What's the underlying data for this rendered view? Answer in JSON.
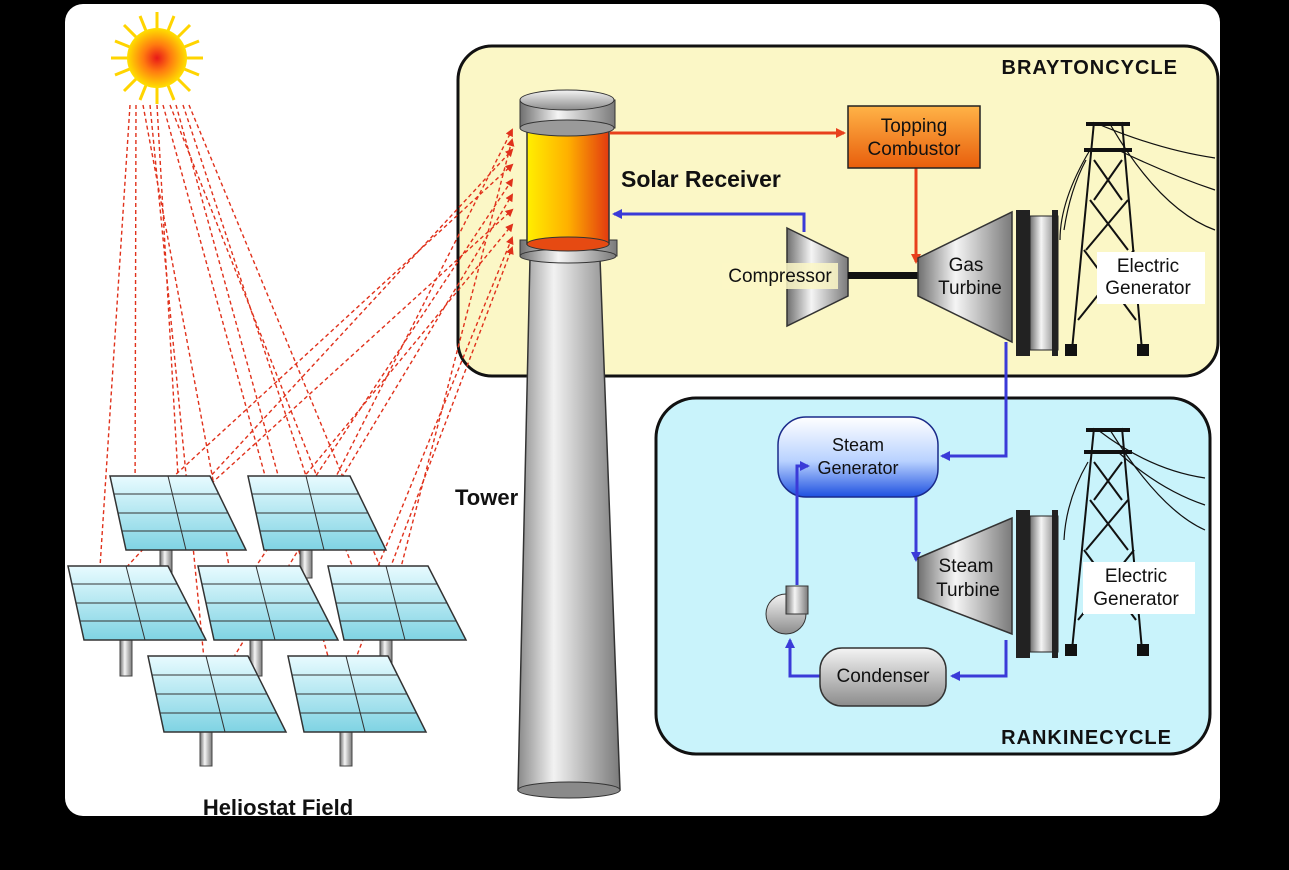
{
  "labels": {
    "brayton_title": "BRAYTONCYCLE",
    "rankine_title": "RANKINECYCLE",
    "solar_receiver": "Solar Receiver",
    "topping_combustor_l1": "Topping",
    "topping_combustor_l2": "Combustor",
    "compressor": "Compressor",
    "gas_turbine_l1": "Gas",
    "gas_turbine_l2": "Turbine",
    "electric_generator_l1": "Electric",
    "electric_generator_l2": "Generator",
    "steam_generator_l1": "Steam",
    "steam_generator_l2": "Generator",
    "steam_turbine_l1": "Steam",
    "steam_turbine_l2": "Turbine",
    "condenser": "Condenser",
    "tower": "Tower",
    "heliostat_field": "Heliostat Field"
  },
  "colors": {
    "background_frame": "#000000",
    "panel": "#ffffff",
    "brayton_fill": "#fbf7c6",
    "rankine_fill": "#c9f3fb",
    "sun_rays": "#ffd400",
    "light_rays": "#e0311b",
    "hot_flow": "#e8401c",
    "cold_flow": "#3a3ad8",
    "heliostat_glass": "#aee8f0",
    "combustor_fill": "#f58a1e"
  },
  "icons": [
    "sun-icon",
    "transmission-tower-icon",
    "pump-icon"
  ]
}
